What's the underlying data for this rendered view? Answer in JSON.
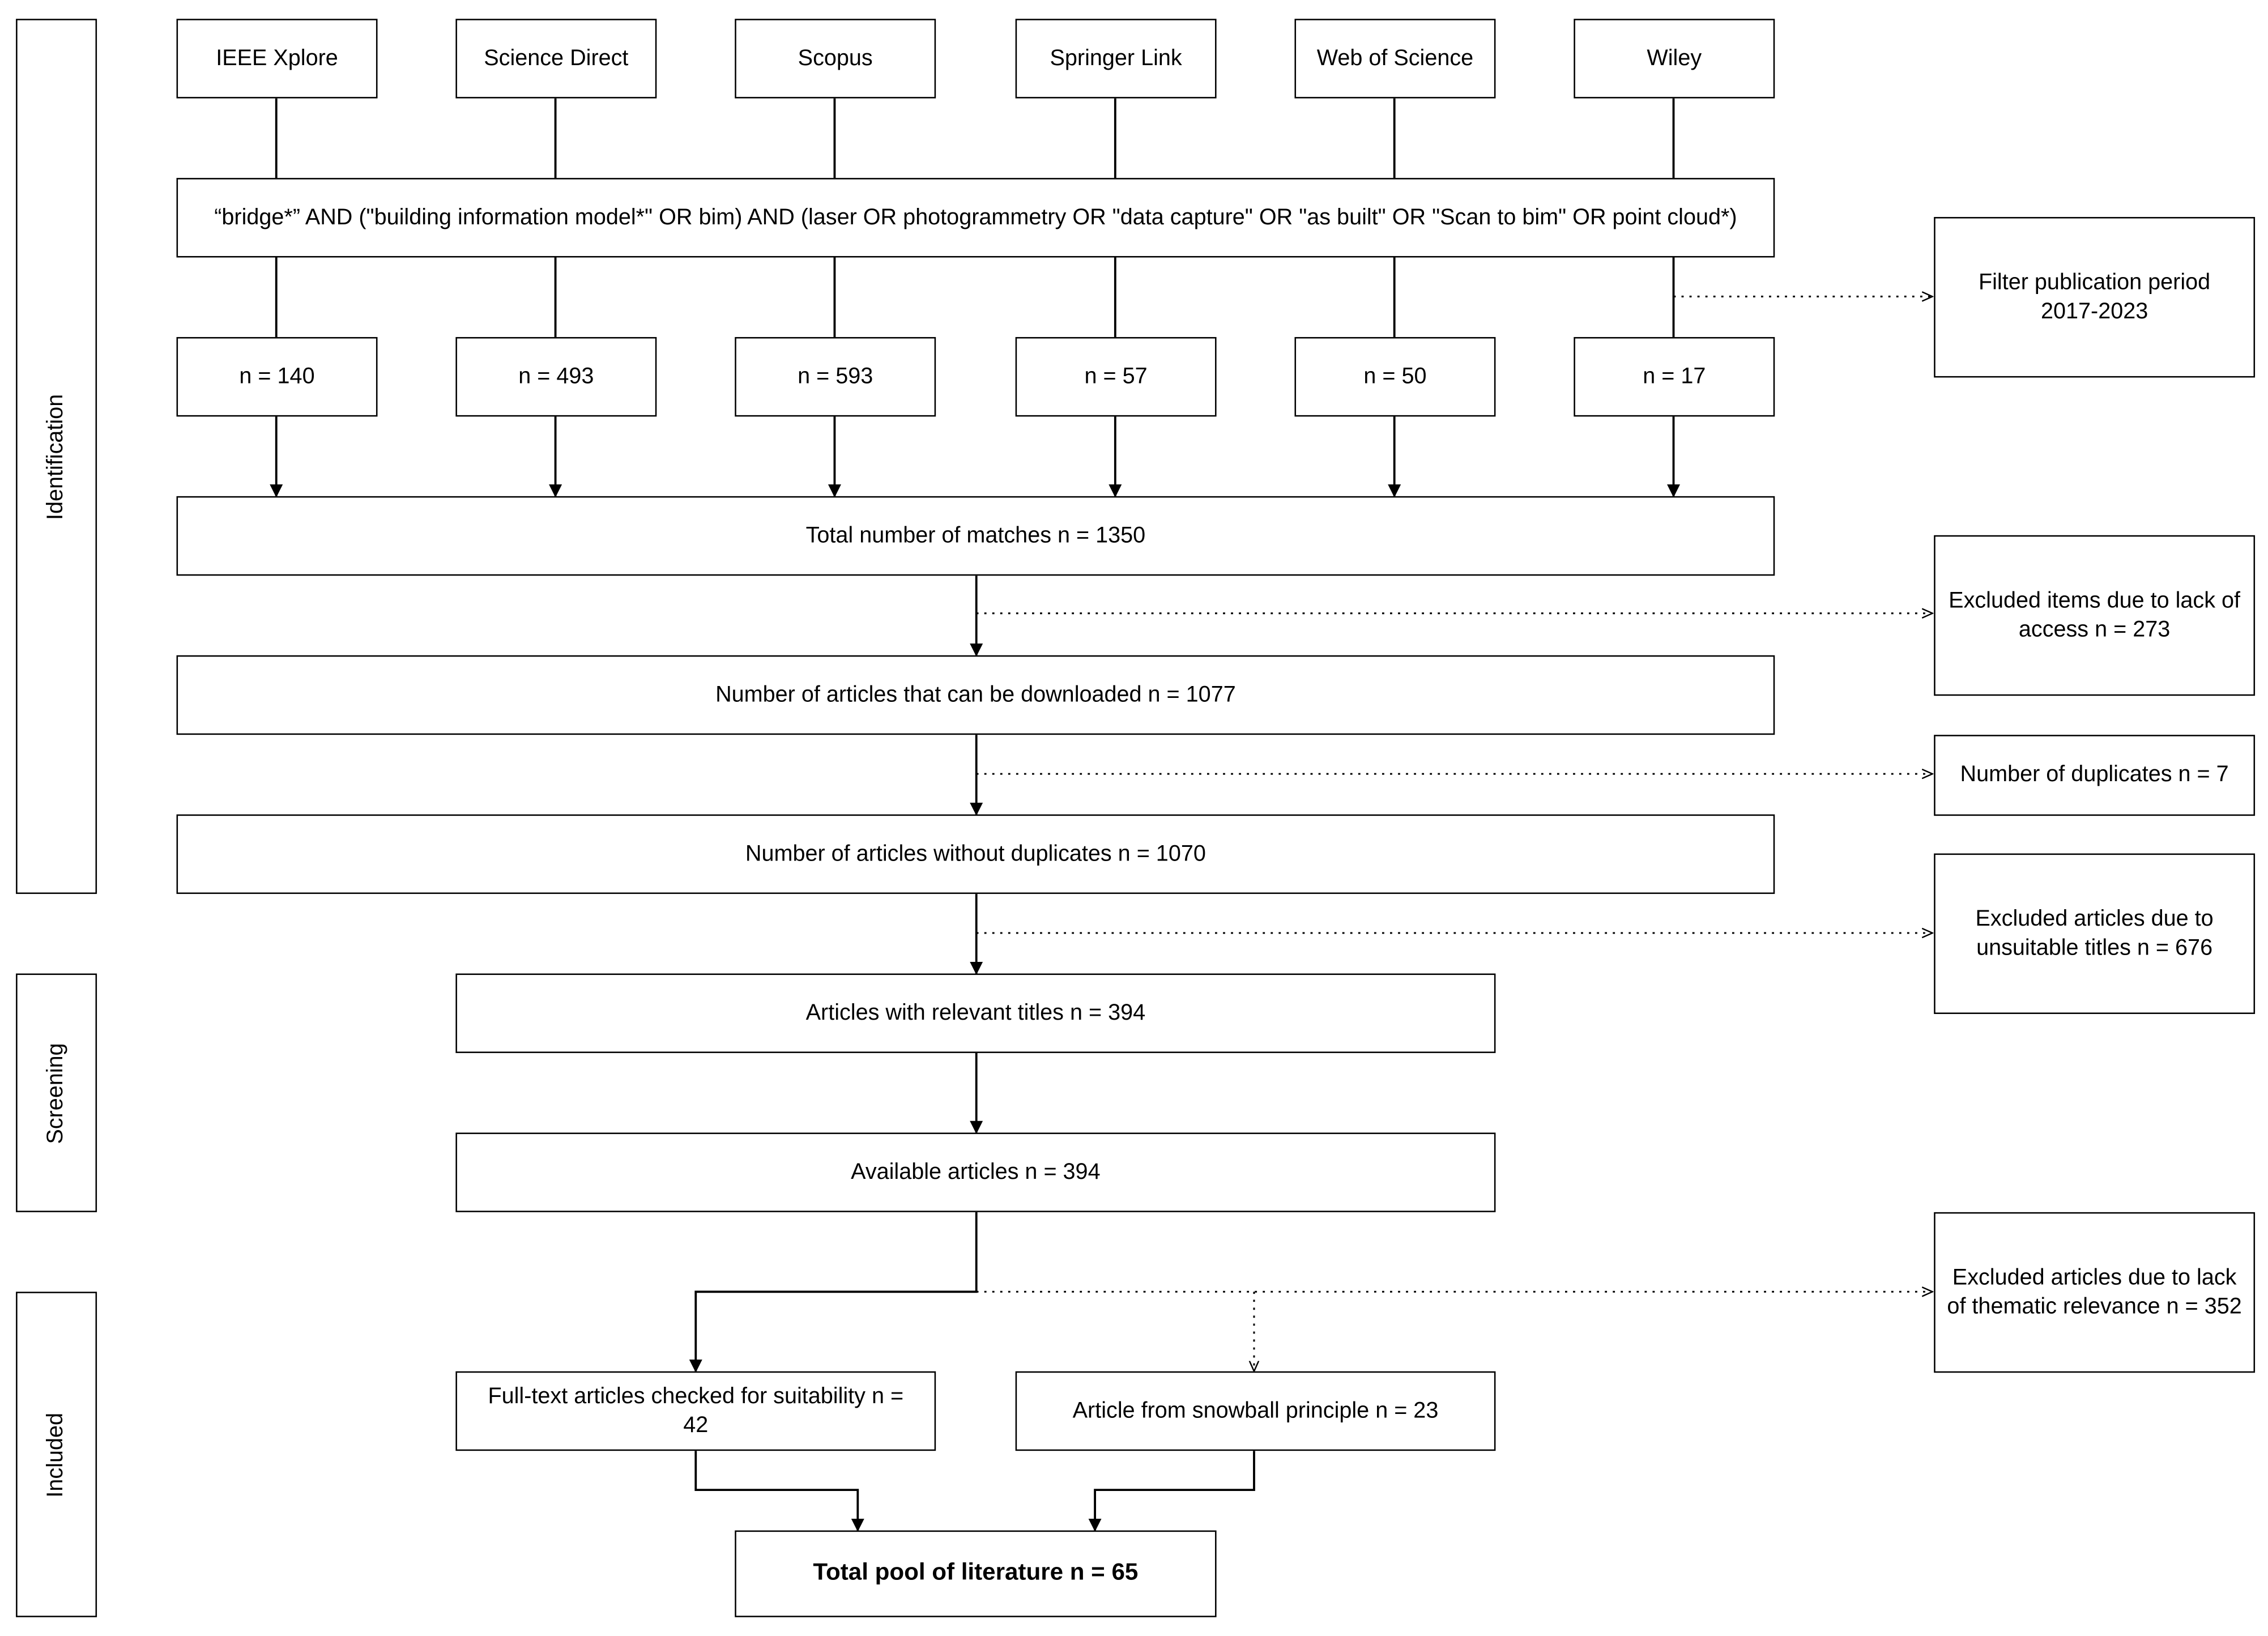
{
  "stages": {
    "identification": "Identification",
    "screening": "Screening",
    "included": "Included"
  },
  "databases": {
    "ieee": "IEEE Xplore",
    "science_direct": "Science Direct",
    "scopus": "Scopus",
    "springer": "Springer Link",
    "wos": "Web of Science",
    "wiley": "Wiley"
  },
  "search_query": "“bridge*” AND (\"building information model*\" OR bim) AND (laser OR photogrammetry OR \"data capture\" OR \"as built\" OR \"Scan to bim\" OR point cloud*)",
  "counts": {
    "ieee": "n = 140",
    "science_direct": "n = 493",
    "scopus": "n = 593",
    "springer": "n = 57",
    "wos": "n = 50",
    "wiley": "n = 17"
  },
  "flow": {
    "total_matches": "Total number of matches n = 1350",
    "downloadable": "Number of articles that can be downloaded n = 1077",
    "without_duplicates": "Number of articles without duplicates n = 1070",
    "relevant_titles": "Articles with relevant titles n = 394",
    "available": "Available articles n = 394",
    "full_text": "Full-text articles checked for suitability n = 42",
    "snowball": "Article from snowball principle n = 23",
    "total_pool": "Total pool of literature n = 65"
  },
  "side_notes": {
    "filter_period": "Filter publication period 2017-2023",
    "excluded_access": "Excluded items due to lack of access n = 273",
    "duplicates": "Number of duplicates n = 7",
    "excluded_titles": "Excluded articles due to unsuitable titles n = 676",
    "excluded_thematic": "Excluded articles due to lack of thematic relevance n = 352"
  }
}
